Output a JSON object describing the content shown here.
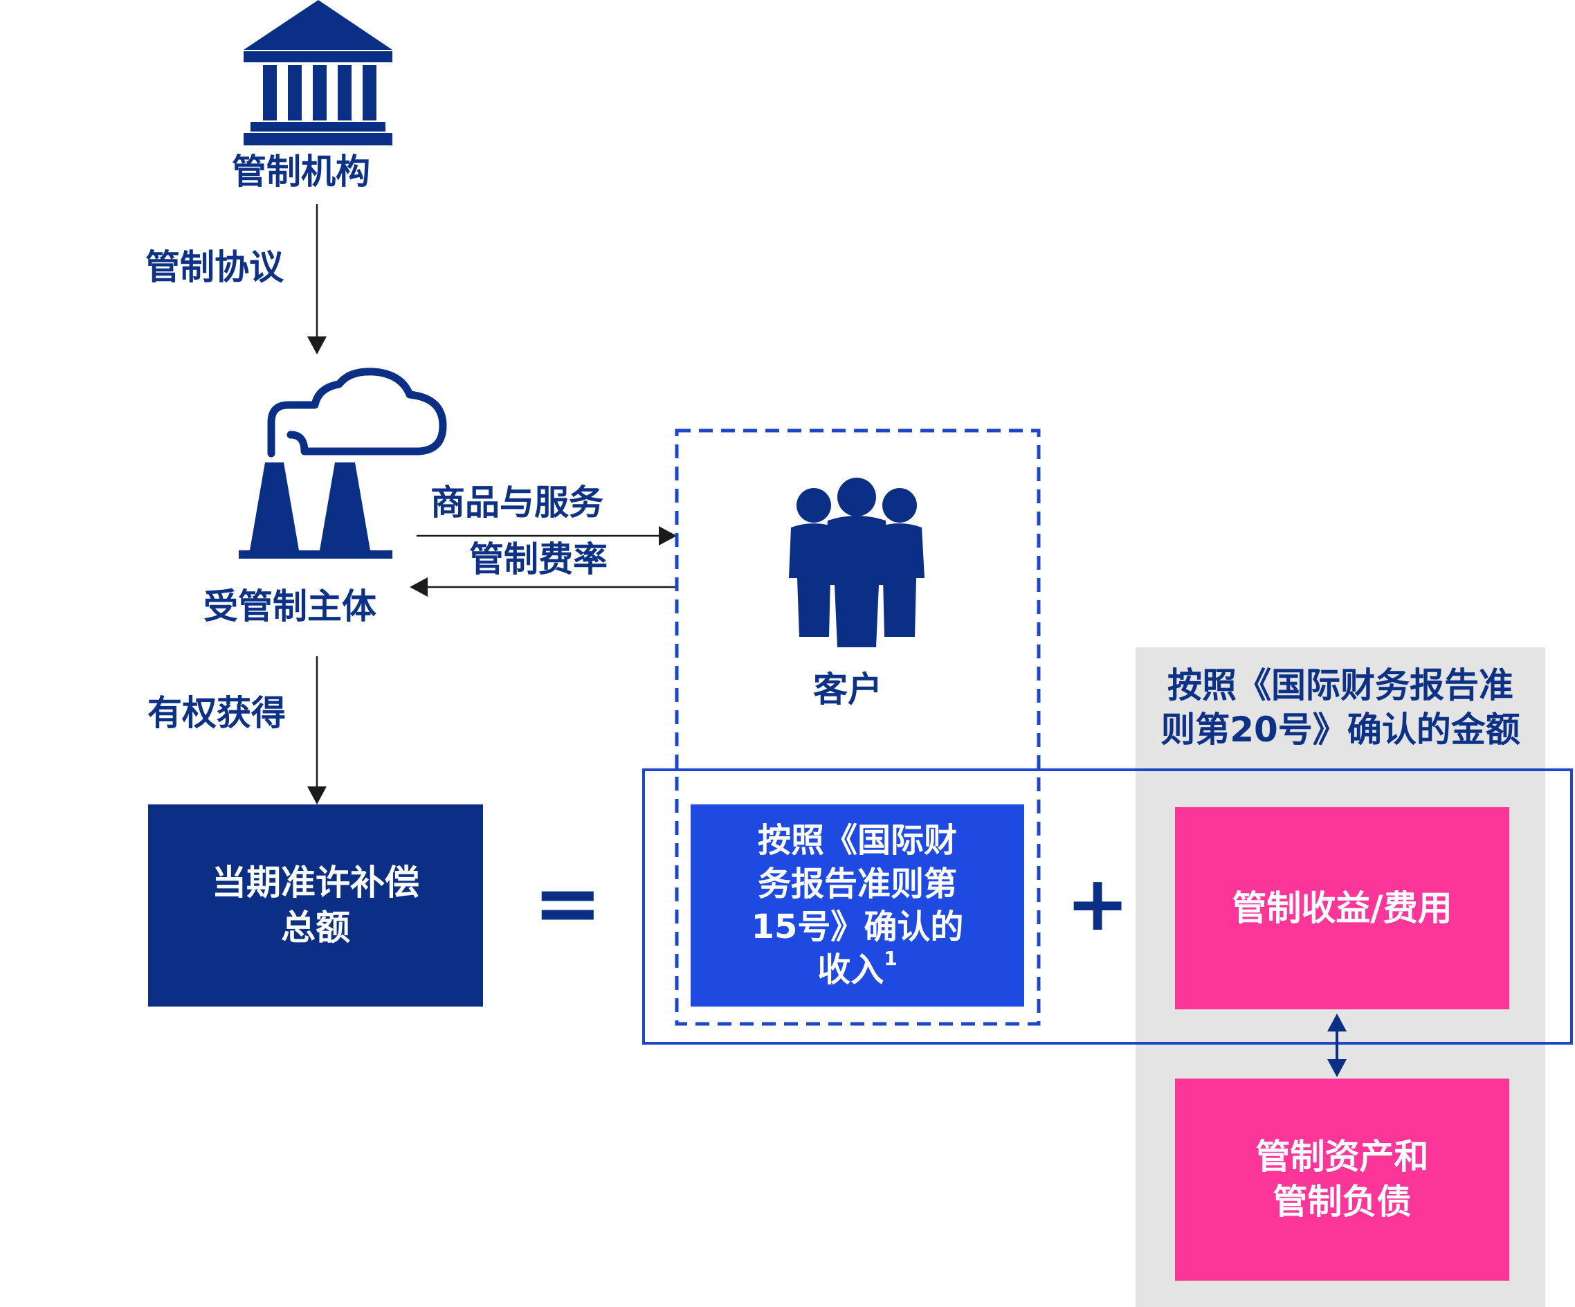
{
  "colors": {
    "navy": "#0b2f84",
    "text_navy": "#0d3185",
    "blue_box": "#1f4ae1",
    "pink_box": "#fc3699",
    "panel_gray": "#e4e4e4"
  },
  "icons": [
    "government-building-icon",
    "factory-emission-icon",
    "customer-group-icon"
  ],
  "nodes": {
    "regulator": "管制机构",
    "agreement": "管制协议",
    "regulated_entity": "受管制主体",
    "goods_services": "商品与服务",
    "regulated_rate": "管制费率",
    "customer": "客户",
    "entitled": "有权获得",
    "total_compensation": [
      "当期准许补偿",
      "总额"
    ],
    "equals": "=",
    "plus": "+",
    "ifrs15_revenue": [
      "按照《国际财",
      "务报告准则第",
      "15号》确认的",
      "收入"
    ],
    "ifrs15_footnote": "1",
    "ifrs20_header": [
      "按照《国际财务报告准",
      "则第20号》确认的金额"
    ],
    "regulatory_income": "管制收益/费用",
    "regulatory_assets": [
      "管制资产和",
      "管制负债"
    ]
  }
}
